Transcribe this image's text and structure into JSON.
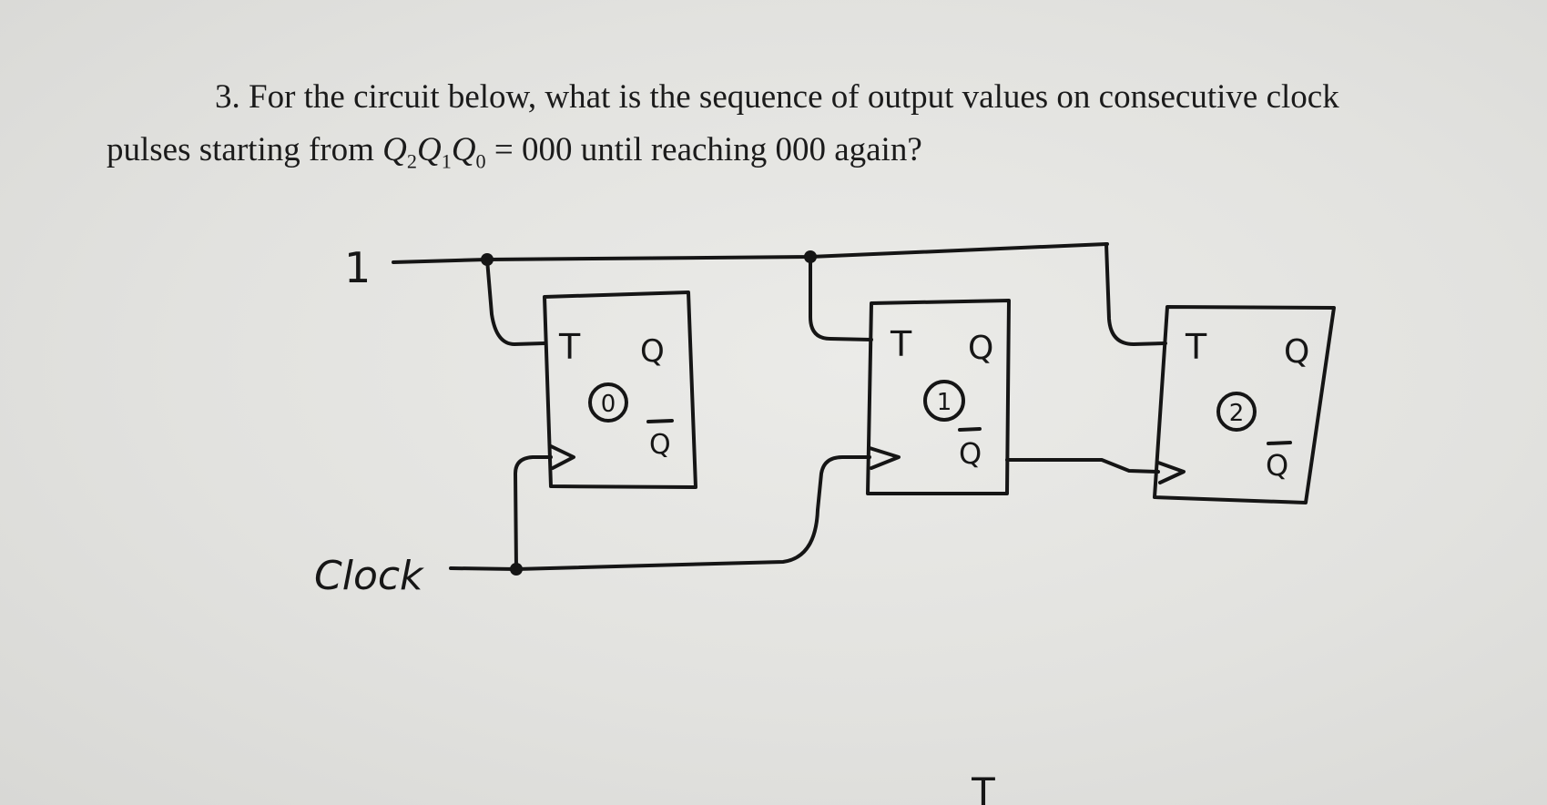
{
  "question": {
    "number": "3.",
    "line1": "For the circuit below, what is the sequence of output values on consecutive clock",
    "line2_before": "pulses starting from",
    "state_vars": [
      {
        "letter": "Q",
        "sub": "2"
      },
      {
        "letter": "Q",
        "sub": "1"
      },
      {
        "letter": "Q",
        "sub": "0"
      }
    ],
    "line2_after": "= 000 until reaching 000 again?"
  },
  "circuit": {
    "input_label": "1",
    "clock_label": "Clock",
    "flip_flops": [
      {
        "id": "0",
        "t": "T",
        "q": "Q",
        "qbar": "Q"
      },
      {
        "id": "1",
        "t": "T",
        "q": "Q",
        "qbar": "Q"
      },
      {
        "id": "2",
        "t": "T",
        "q": "Q",
        "qbar": "Q"
      }
    ]
  },
  "footer_mark": "T"
}
